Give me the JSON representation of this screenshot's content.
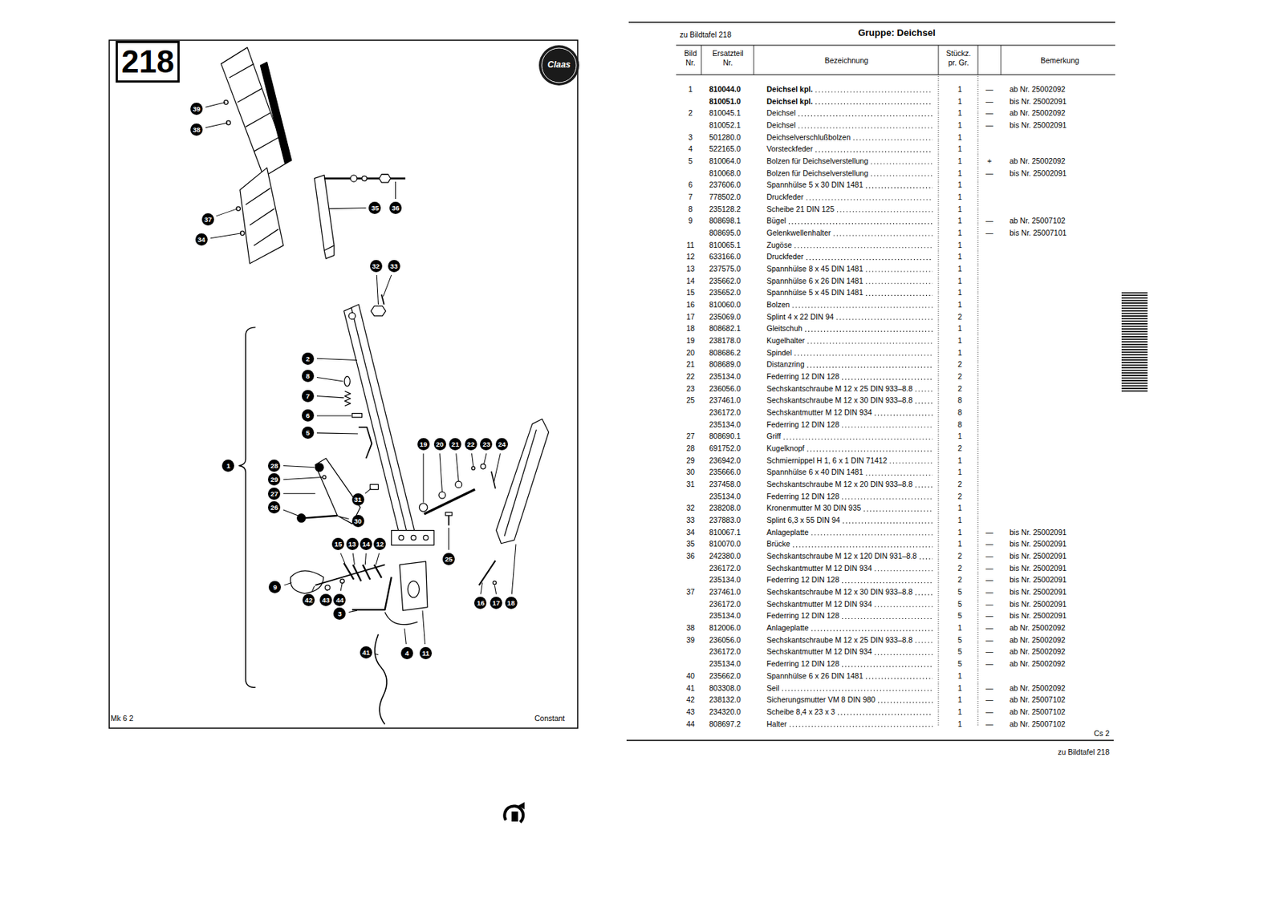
{
  "diagram": {
    "title": "Gruppe: Deichsel",
    "nodes": [
      {
        "text": [
          "218"
        ]
      }
    ],
    "labels": [
      "zu Bildtafel 218",
      "Bild Nr.",
      "Ersatzteil Nr.",
      "Bezeichnung",
      "Stückz. pr. Gr.",
      "Bemerkung",
      "1",
      "810044.0",
      "Deichsel kpl.",
      "1",
      "—",
      "ab Nr. 25002092",
      "810051.0",
      "Deichsel kpl.",
      "1",
      "—",
      "bis Nr. 25002091",
      "2",
      "810045.1",
      "Deichsel",
      "1",
      "—",
      "ab Nr. 25002092",
      "810052.1",
      "Deichsel",
      "1",
      "—",
      "bis Nr. 25002091",
      "3",
      "501280.0",
      "Deichselverschlußbolzen",
      "1",
      "4",
      "522165.0",
      "Vorsteckfeder",
      "1",
      "5",
      "810064.0",
      "Bolzen für Deichselverstellung",
      "1",
      "+",
      "ab Nr. 25002092",
      "810068.0",
      "Bolzen für Deichselverstellung",
      "1",
      "—",
      "bis Nr. 25002091",
      "6",
      "237606.0",
      "Spannhülse 5 x 30 DIN 1481",
      "1",
      "7",
      "778502.0",
      "Druckfeder",
      "1",
      "8",
      "235128.2",
      "Scheibe 21 DIN 125",
      "1",
      "9",
      "808698.1",
      "Bügel",
      "1",
      "—",
      "ab Nr. 25007102",
      "808695.0",
      "Gelenkwellenhalter",
      "1",
      "—",
      "bis Nr. 25007101",
      "11",
      "810065.1",
      "Zugöse",
      "1",
      "12",
      "633166.0",
      "Druckfeder",
      "1",
      "13",
      "237575.0",
      "Spannhülse 8 x 45 DIN 1481",
      "1",
      "14",
      "235662.0",
      "Spannhülse 6 x 26 DIN 1481",
      "1",
      "15",
      "235652.0",
      "Spannhülse 5 x 45 DIN 1481",
      "1",
      "16",
      "810060.0",
      "Bolzen",
      "1",
      "17",
      "235069.0",
      "Splint 4 x 22 DIN 94",
      "2",
      "18",
      "808682.1",
      "Gleitschuh",
      "1",
      "19",
      "238178.0",
      "Kugelhalter",
      "1",
      "20",
      "808686.2",
      "Spindel",
      "1",
      "21",
      "808689.0",
      "Distanzring",
      "2",
      "22",
      "235134.0",
      "Federring 12 DIN 128",
      "2",
      "23",
      "236056.0",
      "Sechskantschraube M 12 x 25 DIN 933–8.8",
      "2",
      "25",
      "237461.0",
      "Sechskantschraube M 12 x 30 DIN 933–8.8",
      "8",
      "236172.0",
      "Sechskantmutter M 12 DIN 934",
      "8",
      "235134.0",
      "Federring 12 DIN 128",
      "8",
      "27",
      "808690.1",
      "Griff",
      "1",
      "28",
      "691752.0",
      "Kugelknopf",
      "2",
      "29",
      "236942.0",
      "Schmiernippel H 1, 6 x 1 DIN 71412",
      "1",
      "30",
      "235666.0",
      "Spannhülse 6 x 40 DIN 1481",
      "1",
      "31",
      "237458.0",
      "Sechskantschraube M 12 x 20 DIN 933–8.8",
      "2",
      "235134.0",
      "Federring 12 DIN 128",
      "2",
      "32",
      "238208.0",
      "Kronenmutter M 30 DIN 935",
      "1",
      "33",
      "237883.0",
      "Splint 6,3 x 55 DIN 94",
      "1",
      "34",
      "810067.1",
      "Anlageplatte",
      "1",
      "—",
      "bis Nr. 25002091",
      "35",
      "810070.0",
      "Brücke",
      "1",
      "—",
      "bis Nr. 25002091",
      "36",
      "242380.0",
      "Sechskantschraube M 12 x 120 DIN 931–8.8",
      "2",
      "—",
      "bis Nr. 25002091",
      "236172.0",
      "Sechskantmutter M 12 DIN 934",
      "2",
      "—",
      "bis Nr. 25002091",
      "235134.0",
      "Federring 12 DIN 128",
      "2",
      "—",
      "bis Nr. 25002091",
      "37",
      "237461.0",
      "Sechskantschraube M 12 x 30 DIN 933–8.8",
      "5",
      "—",
      "bis Nr. 25002091",
      "236172.0",
      "Sechskantmutter M 12 DIN 934",
      "5",
      "—",
      "bis Nr. 25002091",
      "235134.0",
      "Federring 12 DIN 128",
      "5",
      "—",
      "bis Nr. 25002091",
      "38",
      "812006.0",
      "Anlageplatte",
      "1",
      "—",
      "ab Nr. 25002092",
      "39",
      "236056.0",
      "Sechskantschraube M 12 x 25 DIN 933–8.8",
      "5",
      "—",
      "ab Nr. 25002092",
      "236172.0",
      "Sechskantmutter M 12 DIN 934",
      "5",
      "—",
      "ab Nr. 25002092",
      "235134.0",
      "Federring 12 DIN 128",
      "5",
      "—",
      "ab Nr. 25002092",
      "40",
      "235662.0",
      "Spannhülse 6 x 26 DIN 1481",
      "1",
      "41",
      "803308.0",
      "Seil",
      "1",
      "—",
      "ab Nr. 25002092",
      "42",
      "238132.0",
      "Sicherungsmutter VM 8 DIN 980",
      "1",
      "—",
      "ab Nr. 25007102",
      "43",
      "234320.0",
      "Scheibe 8,4 x 23 x 3",
      "1",
      "—",
      "ab Nr. 25007102",
      "44",
      "808697.2",
      "Halter",
      "1",
      "—",
      "ab Nr. 25007102",
      "39",
      "38",
      "37",
      "34",
      "35",
      "36",
      "32",
      "33",
      "2",
      "8",
      "7",
      "6",
      "5",
      "1",
      "28",
      "29",
      "27",
      "26",
      "31",
      "30",
      "19",
      "20",
      "21",
      "22",
      "23",
      "24",
      "25",
      "15",
      "13",
      "14",
      "12",
      "9",
      "42",
      "43",
      "44",
      "3",
      "41",
      "4",
      "11",
      "16",
      "17",
      "18",
      "Mk 6 2",
      "Constant",
      "Claas",
      "Cs 2",
      "zu Bildtafel 218"
    ]
  }
}
